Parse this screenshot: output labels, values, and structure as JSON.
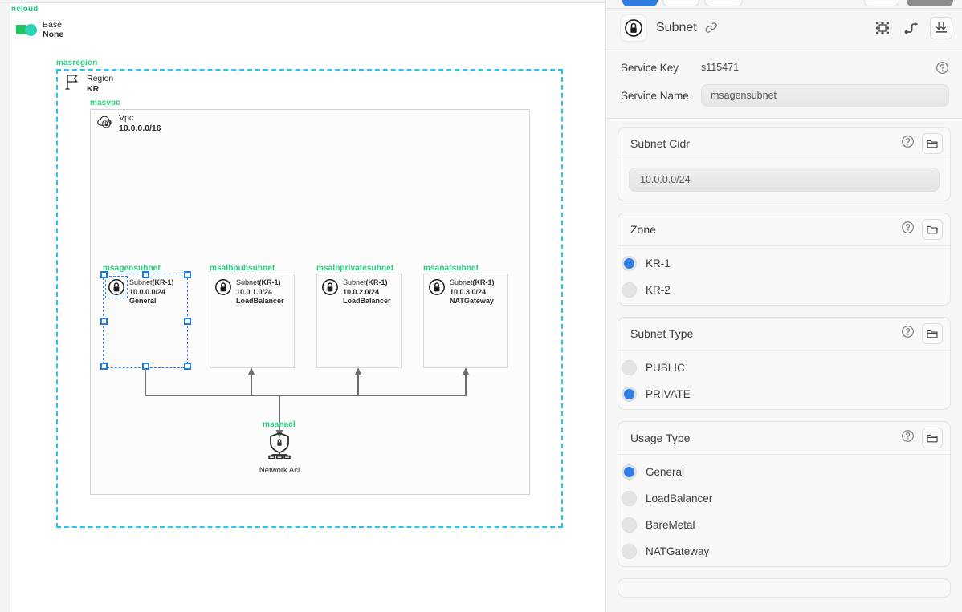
{
  "canvas": {
    "root_label": "ncloud",
    "base_node": {
      "type": "Base",
      "value": "None",
      "icon": "base-icon"
    },
    "region_group_label": "masregion",
    "region_node": {
      "type": "Region",
      "value": "KR",
      "icon": "flag-icon"
    },
    "vpc_group_label": "masvpc",
    "vpc_node": {
      "type": "Vpc",
      "value": "10.0.0.0/16",
      "icon": "cloud-lock-icon"
    },
    "subnets": [
      {
        "group_label": "msagensubnet",
        "type": "Subnet",
        "zone": "(KR-1)",
        "cidr": "10.0.0.0/24",
        "usage": "General",
        "selected": true,
        "icon": "lock-icon"
      },
      {
        "group_label": "msalbpubsubnet",
        "type": "Subnet",
        "zone": "(KR-1)",
        "cidr": "10.0.1.0/24",
        "usage": "LoadBalancer",
        "selected": false,
        "icon": "lock-icon"
      },
      {
        "group_label": "msalbprivatesubnet",
        "type": "Subnet",
        "zone": "(KR-1)",
        "cidr": "10.0.2.0/24",
        "usage": "LoadBalancer",
        "selected": false,
        "icon": "lock-icon"
      },
      {
        "group_label": "msanatsubnet",
        "type": "Subnet",
        "zone": "(KR-1)",
        "cidr": "10.0.3.0/24",
        "usage": "NATGateway",
        "selected": false,
        "icon": "lock-icon"
      }
    ],
    "nacl": {
      "group_label": "msanacl",
      "caption": "Network Acl",
      "icon": "network-acl-icon"
    }
  },
  "panel": {
    "header": {
      "title": "Subnet",
      "icon": "lock-icon",
      "link_icon": "link-icon",
      "actions": [
        {
          "name": "select-bounds-icon",
          "label": ""
        },
        {
          "name": "connector-path-icon",
          "label": ""
        },
        {
          "name": "align-bottom-icon",
          "label": ""
        }
      ]
    },
    "meta": {
      "service_key_label": "Service Key",
      "service_key_value": "s115471",
      "service_name_label": "Service Name",
      "service_name_value": "msagensubnet",
      "help_icon": "help-icon"
    },
    "sections": [
      {
        "title": "Subnet Cidr",
        "kind": "value",
        "value": "10.0.0.0/24",
        "help_icon": "help-icon",
        "folder_icon": "folder-icon"
      },
      {
        "title": "Zone",
        "kind": "radio",
        "help_icon": "help-icon",
        "folder_icon": "folder-icon",
        "options": [
          {
            "label": "KR-1",
            "selected": true
          },
          {
            "label": "KR-2",
            "selected": false
          }
        ]
      },
      {
        "title": "Subnet Type",
        "kind": "radio",
        "help_icon": "help-icon",
        "folder_icon": "folder-icon",
        "options": [
          {
            "label": "PUBLIC",
            "selected": false
          },
          {
            "label": "PRIVATE",
            "selected": true
          }
        ]
      },
      {
        "title": "Usage Type",
        "kind": "radio",
        "help_icon": "help-icon",
        "folder_icon": "folder-icon",
        "options": [
          {
            "label": "General",
            "selected": true
          },
          {
            "label": "LoadBalancer",
            "selected": false
          },
          {
            "label": "BareMetal",
            "selected": false
          },
          {
            "label": "NATGateway",
            "selected": false
          }
        ]
      }
    ]
  },
  "colors": {
    "group_label": "#27d07e",
    "region_dash": "#29c3f2",
    "selection": "#1f7ae0",
    "accent": "#2e7ee6",
    "toolbar_primary": "#2f7de1",
    "toolbar_dark": "#8c8c8e",
    "base_square": "#22c55e",
    "base_circle": "#2ad4b4"
  }
}
